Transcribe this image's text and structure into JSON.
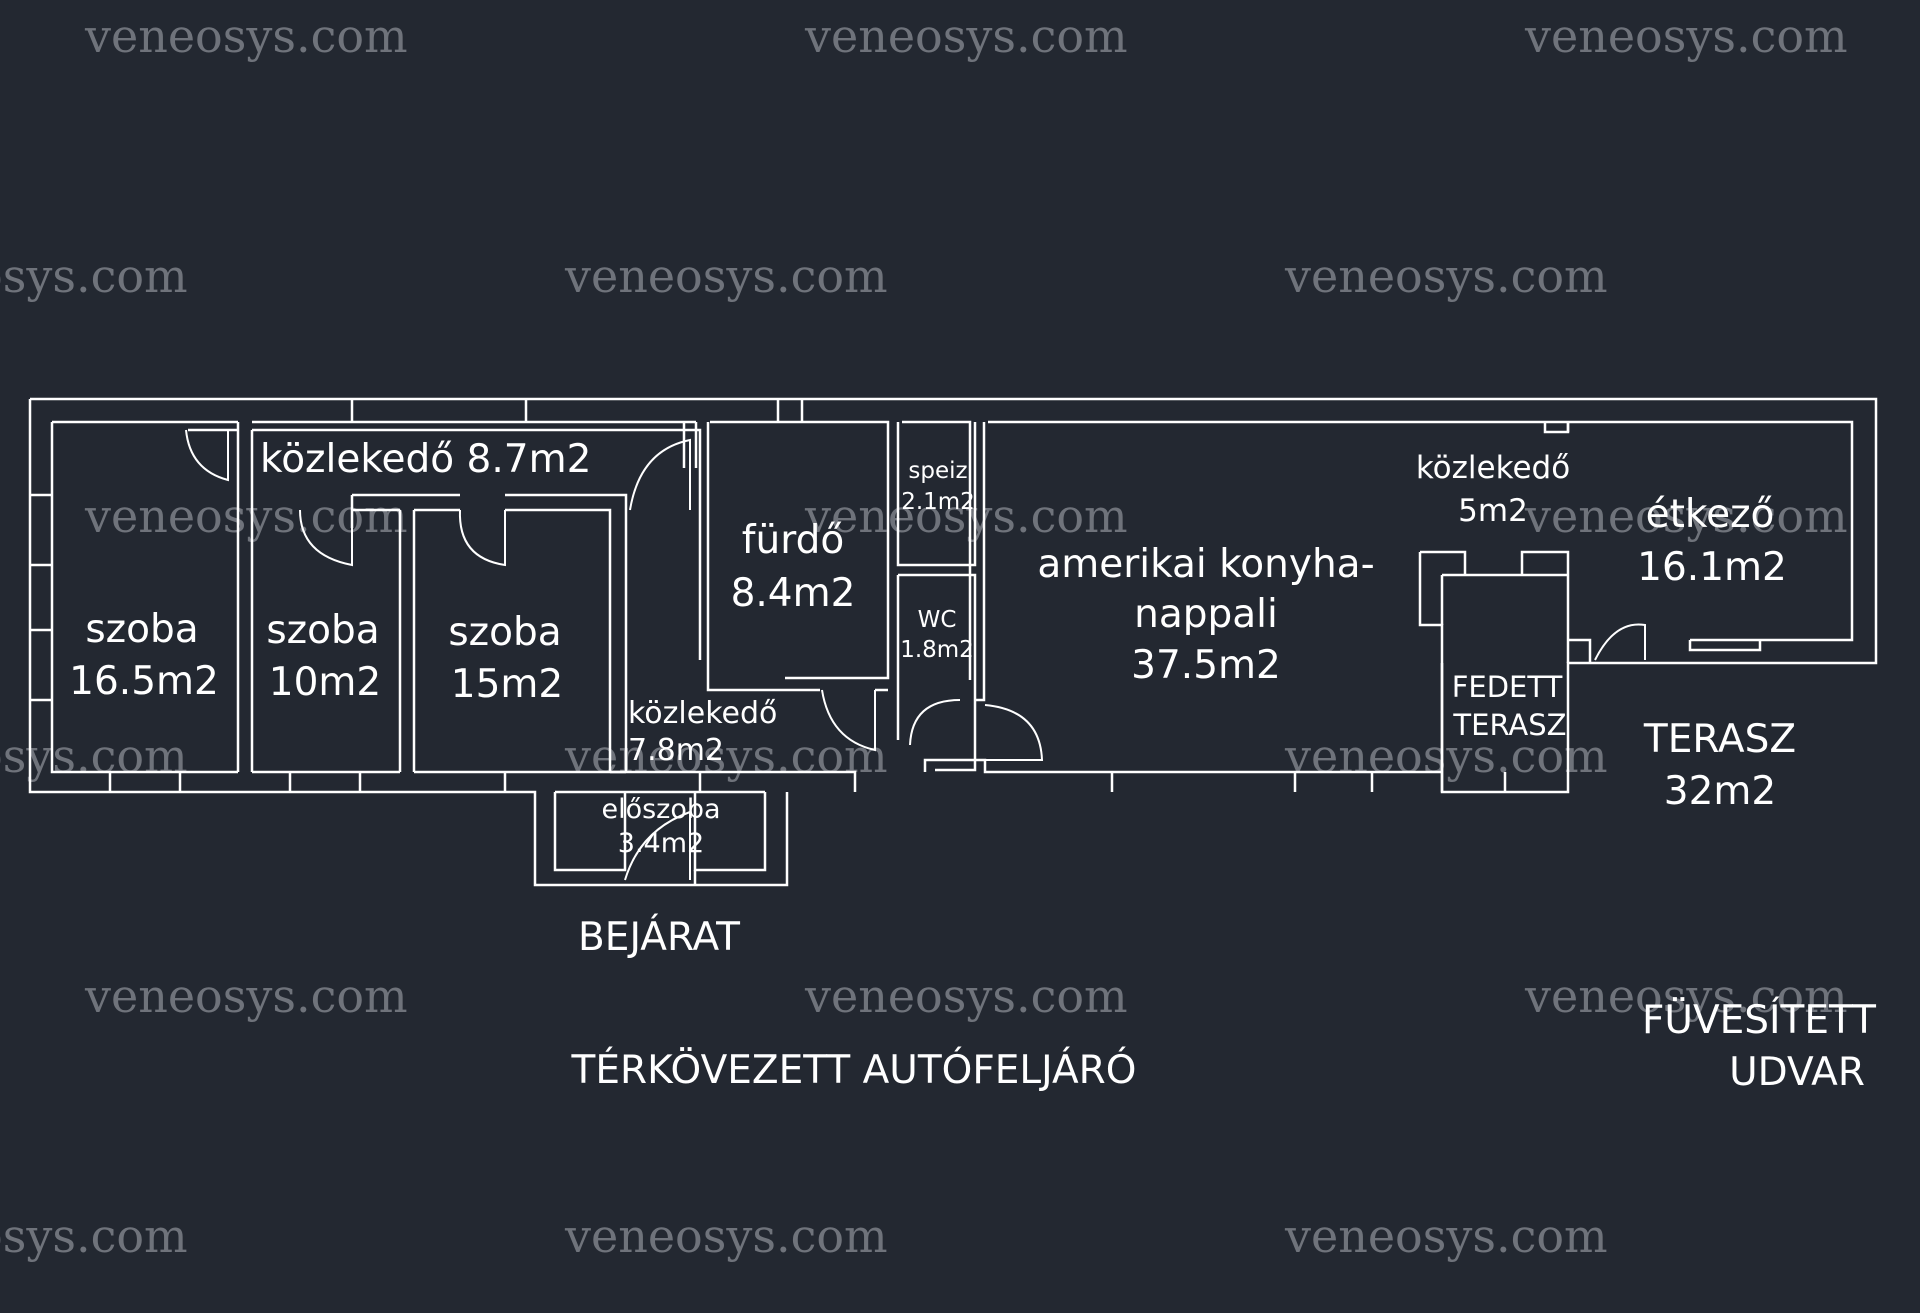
{
  "watermark": "veneosys.com",
  "rooms": {
    "kozl1": {
      "name": "közlekedő 8.7m2"
    },
    "szoba1": {
      "name": "szoba",
      "area": "16.5m2"
    },
    "szoba2": {
      "name": "szoba",
      "area": "10m2"
    },
    "szoba3": {
      "name": "szoba",
      "area": "15m2"
    },
    "furdo": {
      "name": "fürdő",
      "area": "8.4m2"
    },
    "speiz": {
      "name": "speiz",
      "area": "2.1m2"
    },
    "wc": {
      "name": "WC",
      "area": "1.8m2"
    },
    "kozl2": {
      "name": "közlekedő",
      "area": "7.8m2"
    },
    "eloszoba": {
      "name": "előszoba",
      "area": "3.4m2"
    },
    "konyha": {
      "line1": "amerikai konyha-",
      "line2": "nappali",
      "area": "37.5m2"
    },
    "kozl3": {
      "name": "közlekedő",
      "area": "5m2"
    },
    "etkezo": {
      "name": "étkező",
      "area": "16.1m2"
    },
    "fedett": {
      "line1": "FEDETT",
      "line2": "TERASZ"
    }
  },
  "outside": {
    "terasz": {
      "name": "TERASZ",
      "area": "32m2"
    },
    "bejarat": "BEJÁRAT",
    "autofeljaro": "TÉRKÖVEZETT AUTÓFELJÁRÓ",
    "udvar": {
      "line1": "FÜVESÍTETT",
      "line2": "UDVAR"
    }
  }
}
